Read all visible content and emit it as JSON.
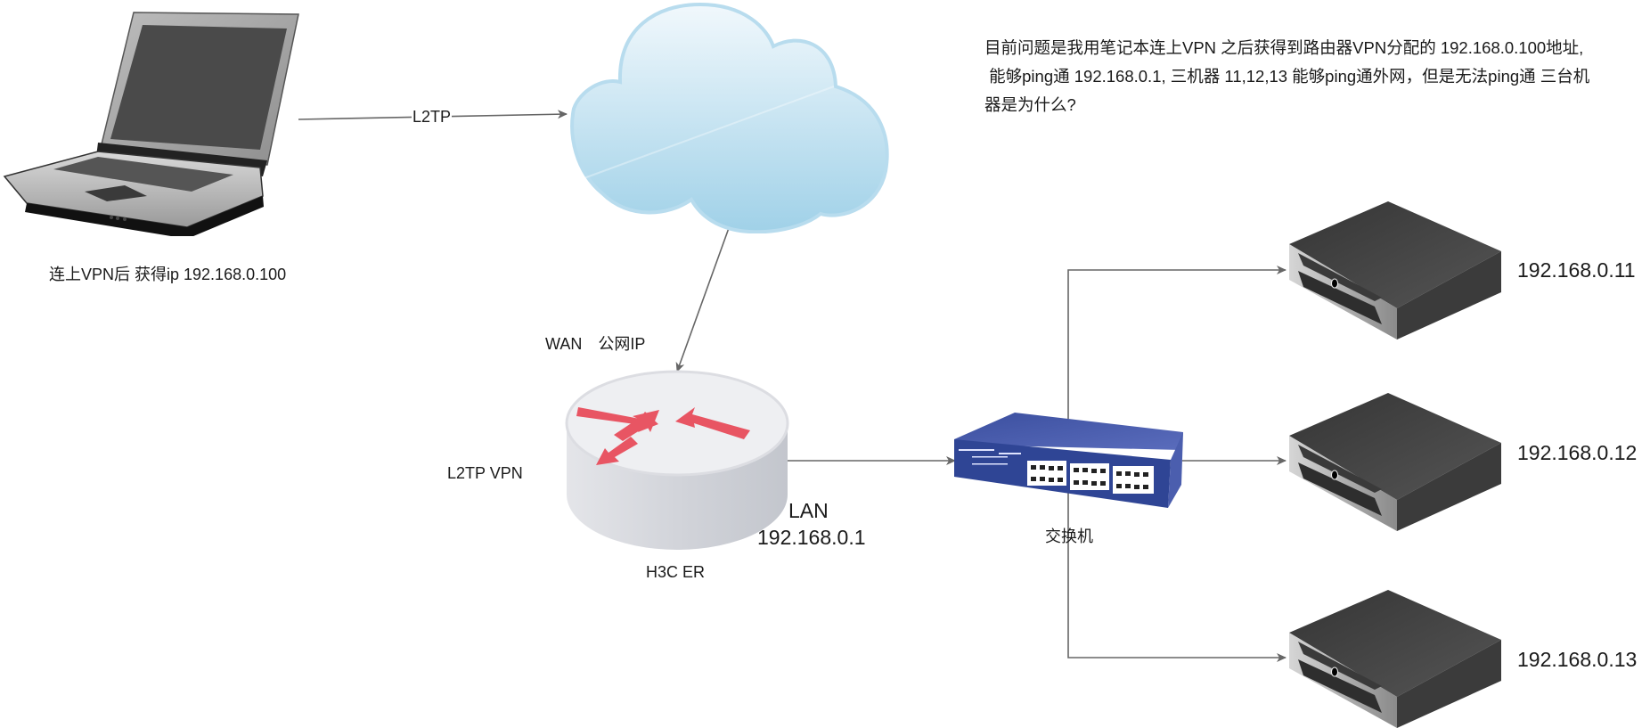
{
  "question": {
    "lines": [
      "目前问题是我用笔记本连上VPN 之后获得到路由器VPN分配的 192.168.0.100地址,",
      " 能够ping通 192.168.0.1, 三机器 11,12,13 能够ping通外网，但是无法ping通 三台机",
      "器是为什么?"
    ]
  },
  "nodes": {
    "laptop": {
      "icon": "laptop-icon",
      "label": "连上VPN后 获得ip 192.168.0.100"
    },
    "cloud": {
      "icon": "cloud-icon"
    },
    "router": {
      "icon": "router-icon",
      "name": "H3C ER",
      "wan_label": "WAN　公网IP",
      "vpn_label": "L2TP VPN",
      "lan_label": "LAN",
      "lan_ip": "192.168.0.1"
    },
    "switch": {
      "icon": "network-switch-icon",
      "label": "交换机"
    },
    "servers": [
      {
        "icon": "server-icon",
        "ip": "192.168.0.11"
      },
      {
        "icon": "server-icon",
        "ip": "192.168.0.12"
      },
      {
        "icon": "server-icon",
        "ip": "192.168.0.13"
      }
    ]
  },
  "edges": {
    "laptop_to_cloud": "L2TP"
  },
  "colors": {
    "edge": "#666666",
    "router_arrows": "#e85563",
    "switch_body": "#3a4f9e",
    "server_body": "#3d3d3d",
    "cloud_top": "#eef7fc",
    "cloud_bottom": "#a3d3ea"
  }
}
